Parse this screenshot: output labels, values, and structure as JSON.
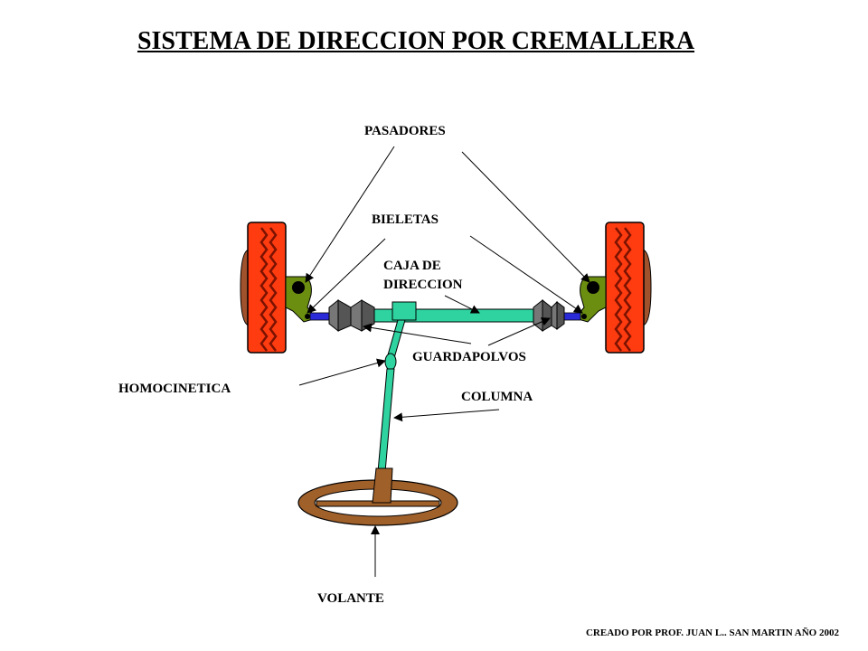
{
  "title": "SISTEMA DE DIRECCION POR CREMALLERA",
  "labels": {
    "pasadores": "PASADORES",
    "bieletas": "BIELETAS",
    "caja_line1": "CAJA DE",
    "caja_line2": "DIRECCION",
    "guardapolvos": "GUARDAPOLVOS",
    "homocinetica": "HOMOCINETICA",
    "columna": "COLUMNA",
    "volante": "VOLANTE"
  },
  "credit": "CREADO POR PROF. JUAN L.. SAN MARTIN    AÑO 2002",
  "colors": {
    "tire": "#ff3b10",
    "tread": "#7a1200",
    "rim": "#a0522d",
    "knuckle": "#6b8e10",
    "rack": "#2ed3a0",
    "tie_rod": "#2a2ad8",
    "boot": "#555555",
    "wheel": "#a0602a"
  }
}
